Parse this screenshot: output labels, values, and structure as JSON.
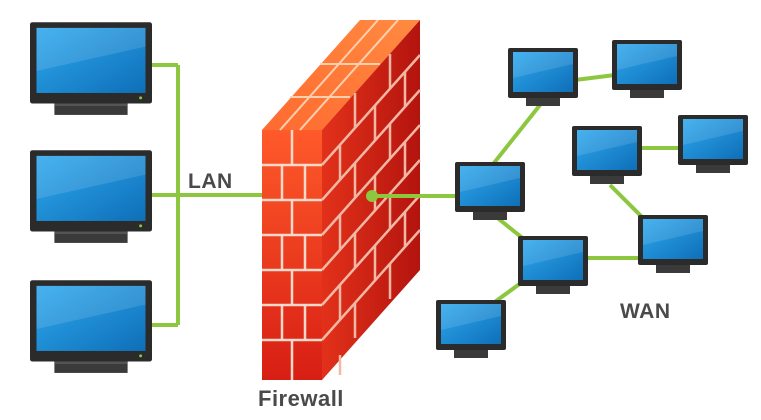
{
  "labels": {
    "lan": "LAN",
    "firewall": "Firewall",
    "wan": "WAN"
  },
  "colors": {
    "link": "#8dc63f",
    "screen": "#1e8fd6",
    "bezel": "#2b2b2b",
    "brick": "#e63318",
    "mortar": "#f4d4c8"
  }
}
